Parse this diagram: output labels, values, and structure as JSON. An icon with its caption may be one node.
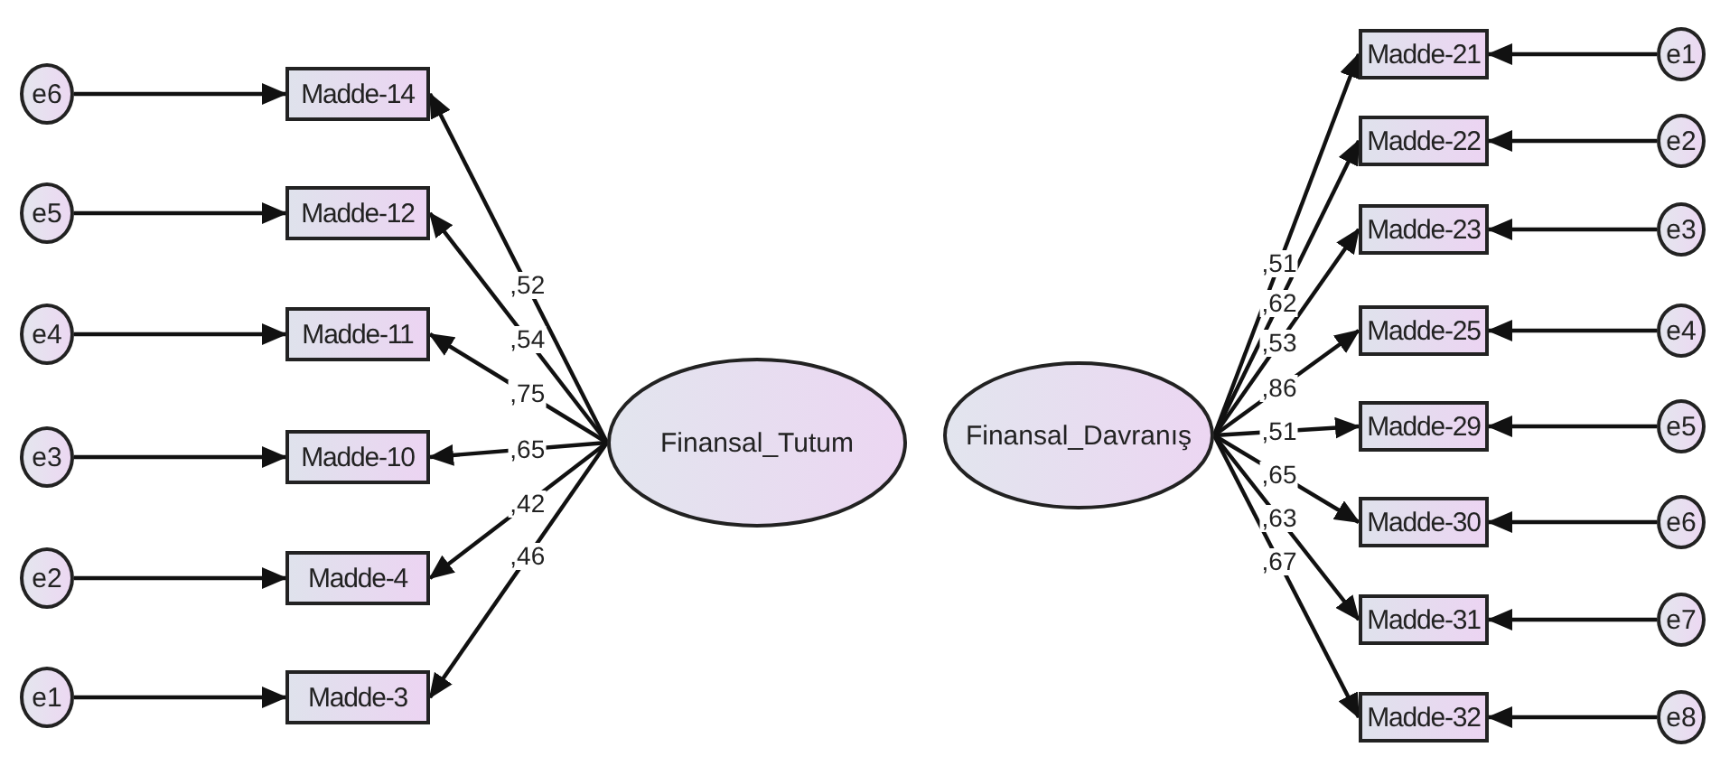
{
  "diagram": {
    "nodes": [
      {
        "text": [
          "e6"
        ]
      },
      {
        "text": [
          "e5"
        ]
      },
      {
        "text": [
          "e4"
        ]
      },
      {
        "text": [
          "e3"
        ]
      },
      {
        "text": [
          "e2"
        ]
      },
      {
        "text": [
          "e1"
        ]
      },
      {
        "text": [
          "Madde-14"
        ]
      },
      {
        "text": [
          "Madde-12"
        ]
      },
      {
        "text": [
          "Madde-11"
        ]
      },
      {
        "text": [
          "Madde-10"
        ]
      },
      {
        "text": [
          "Madde-4"
        ]
      },
      {
        "text": [
          "Madde-3"
        ]
      },
      {
        "text": [
          "Finansal_Tutum"
        ]
      },
      {
        "text": [
          "Finansal_Davranış"
        ]
      },
      {
        "text": [
          "Madde-21"
        ]
      },
      {
        "text": [
          "Madde-22"
        ]
      },
      {
        "text": [
          "Madde-23"
        ]
      },
      {
        "text": [
          "Madde-25"
        ]
      },
      {
        "text": [
          "Madde-29"
        ]
      },
      {
        "text": [
          "Madde-30"
        ]
      },
      {
        "text": [
          "Madde-31"
        ]
      },
      {
        "text": [
          "Madde-32"
        ]
      },
      {
        "text": [
          "e1"
        ]
      },
      {
        "text": [
          "e2"
        ]
      },
      {
        "text": [
          "e3"
        ]
      },
      {
        "text": [
          "e4"
        ]
      },
      {
        "text": [
          "e5"
        ]
      },
      {
        "text": [
          "e6"
        ]
      },
      {
        "text": [
          "e7"
        ]
      },
      {
        "text": [
          "e8"
        ]
      }
    ],
    "edges": [
      {
        "from": 0,
        "to": 6,
        "arrow": "to"
      },
      {
        "from": 1,
        "to": 7,
        "arrow": "to"
      },
      {
        "from": 2,
        "to": 8,
        "arrow": "to"
      },
      {
        "from": 3,
        "to": 9,
        "arrow": "to"
      },
      {
        "from": 4,
        "to": 10,
        "arrow": "to"
      },
      {
        "from": 5,
        "to": 11,
        "arrow": "to"
      },
      {
        "from": 12,
        "to": 6,
        "arrow": "to",
        "label": ",52"
      },
      {
        "from": 12,
        "to": 7,
        "arrow": "to",
        "label": ",54"
      },
      {
        "from": 12,
        "to": 8,
        "arrow": "to",
        "label": ",75"
      },
      {
        "from": 12,
        "to": 9,
        "arrow": "to",
        "label": ",65"
      },
      {
        "from": 12,
        "to": 10,
        "arrow": "to",
        "label": ",42"
      },
      {
        "from": 12,
        "to": 11,
        "arrow": "to",
        "label": ",46"
      },
      {
        "from": 13,
        "to": 14,
        "arrow": "to",
        "label": ",51"
      },
      {
        "from": 13,
        "to": 15,
        "arrow": "to",
        "label": ",62"
      },
      {
        "from": 13,
        "to": 16,
        "arrow": "to",
        "label": ",53"
      },
      {
        "from": 13,
        "to": 17,
        "arrow": "to",
        "label": ",86"
      },
      {
        "from": 13,
        "to": 18,
        "arrow": "to",
        "label": ",51"
      },
      {
        "from": 13,
        "to": 19,
        "arrow": "to",
        "label": ",65"
      },
      {
        "from": 13,
        "to": 20,
        "arrow": "to",
        "label": ",63"
      },
      {
        "from": 13,
        "to": 21,
        "arrow": "to",
        "label": ",67"
      },
      {
        "from": 22,
        "to": 14,
        "arrow": "to"
      },
      {
        "from": 23,
        "to": 15,
        "arrow": "to"
      },
      {
        "from": 24,
        "to": 16,
        "arrow": "to"
      },
      {
        "from": 25,
        "to": 17,
        "arrow": "to"
      },
      {
        "from": 26,
        "to": 18,
        "arrow": "to"
      },
      {
        "from": 27,
        "to": 19,
        "arrow": "to"
      },
      {
        "from": 28,
        "to": 20,
        "arrow": "to"
      },
      {
        "from": 29,
        "to": 21,
        "arrow": "to"
      }
    ]
  }
}
